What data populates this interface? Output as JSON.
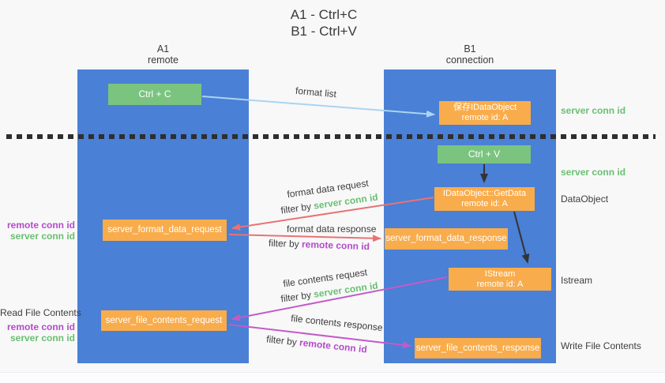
{
  "title": {
    "line1": "A1 - Ctrl+C",
    "line2": "B1 - Ctrl+V"
  },
  "columns": {
    "left": {
      "header_line1": "A1",
      "header_line2": "remote"
    },
    "right": {
      "header_line1": "B1",
      "header_line2": "connection"
    }
  },
  "boxes": {
    "ctrl_c": "Ctrl + C",
    "ctrl_v": "Ctrl + V",
    "save_idataobject": {
      "line1": "保存IDataObject",
      "line2": "remote id: A"
    },
    "getdata": {
      "line1": "IDataObject::GetData",
      "line2": "remote id: A"
    },
    "istream": {
      "line1": "IStream",
      "line2": "remote id: A"
    },
    "format_request": "server_format_data_request",
    "format_response": "server_format_data_response",
    "file_request": "server_file_contents_request",
    "file_response": "server_file_contents_response"
  },
  "mid_labels": {
    "format_list": "format list",
    "format_data_request": "format data request",
    "filter_format_request": {
      "prefix": "filter by ",
      "highlight": "server conn id"
    },
    "format_data_response": "format data response",
    "filter_format_response": {
      "prefix": "filter by ",
      "highlight": "remote conn id"
    },
    "file_contents_request": "file contents request",
    "filter_file_request": {
      "prefix": "filter by ",
      "highlight": "server conn id"
    },
    "file_contents_response": "file contents response",
    "filter_file_response": {
      "prefix": "filter by ",
      "highlight": "remote conn id"
    }
  },
  "side_labels": {
    "right_server_conn_id_1": "server conn id",
    "right_server_conn_id_2": "server conn id",
    "right_dataobject": "DataObject",
    "right_istream": "Istream",
    "right_write_file": "Write File Contents",
    "left_remote_conn_id_1": "remote conn id",
    "left_server_conn_id_1": "server conn id",
    "left_read_file": "Read File Contents",
    "left_remote_conn_id_2": "remote conn id",
    "left_server_conn_id_2": "server conn id"
  },
  "colors": {
    "column_blue": "#4a80d5",
    "box_green": "#7bc47f",
    "box_orange": "#f9ac4b",
    "label_green": "#6abf71",
    "label_purple": "#b44bc8",
    "arrow_blue": "#aad4f0",
    "arrow_red": "#e97373",
    "arrow_magenta": "#c45ac8",
    "arrow_black": "#333333"
  }
}
